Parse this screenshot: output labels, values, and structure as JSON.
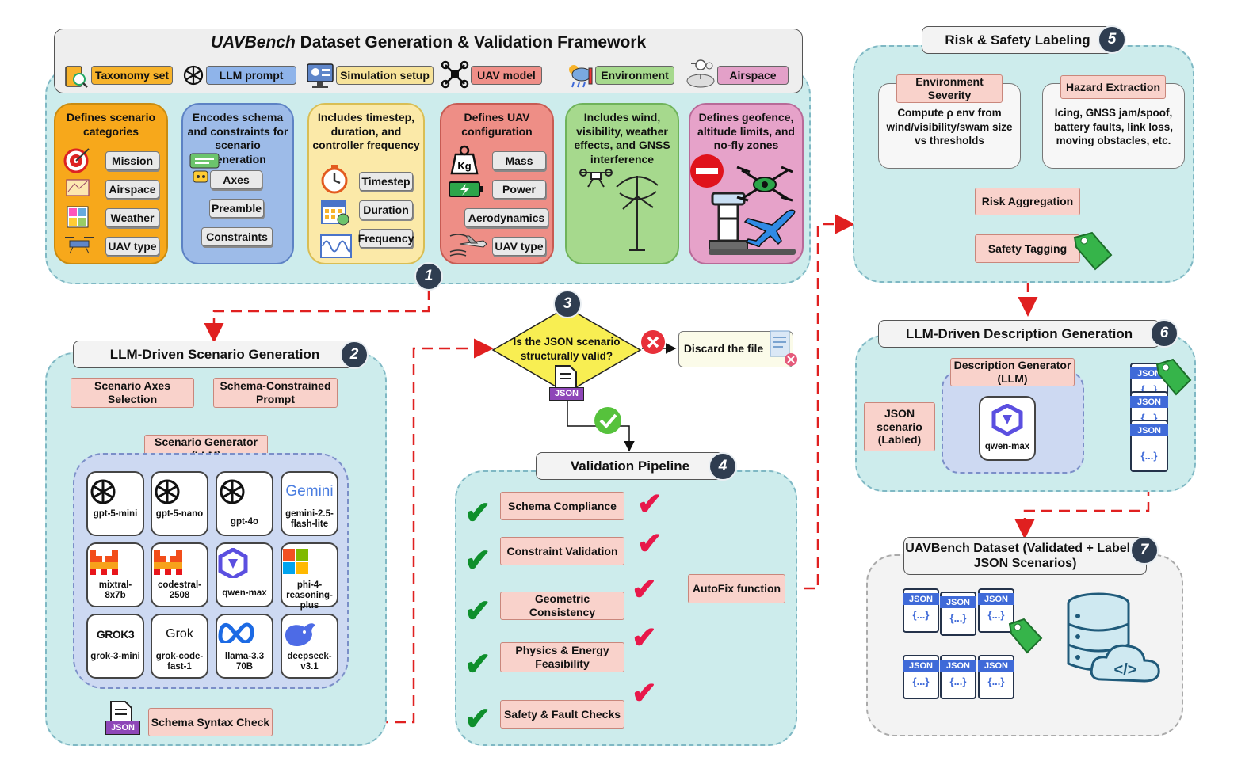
{
  "header": {
    "title_italic": "UAVBench",
    "title_rest": " Dataset Generation & Validation Framework",
    "legend": [
      {
        "label": "Taxonomy set",
        "color": "#f7b32b"
      },
      {
        "label": "LLM prompt",
        "color": "#8fb4ea"
      },
      {
        "label": "Simulation setup",
        "color": "#f7e39a"
      },
      {
        "label": "UAV model",
        "color": "#ef8f88"
      },
      {
        "label": "Environment",
        "color": "#a6d98d"
      },
      {
        "label": "Airspace",
        "color": "#e3a0c8"
      }
    ]
  },
  "categories": [
    {
      "title": "Defines scenario categories",
      "items": [
        "Mission",
        "Airspace",
        "Weather",
        "UAV type"
      ]
    },
    {
      "title": "Encodes schema and constraints for scenario generation",
      "items": [
        "Axes",
        "Preamble",
        "Constraints"
      ]
    },
    {
      "title": "Includes timestep, duration, and controller frequency",
      "items": [
        "Timestep",
        "Duration",
        "Frequency"
      ]
    },
    {
      "title": "Defines UAV configuration",
      "items": [
        "Mass",
        "Power",
        "Aerodynamics",
        "UAV type"
      ]
    },
    {
      "title": "Includes wind, visibility, weather effects, and GNSS interference",
      "items": []
    },
    {
      "title": "Defines geofence, altitude limits, and no-fly zones",
      "items": []
    }
  ],
  "badges": [
    "1",
    "2",
    "3",
    "4",
    "5",
    "6",
    "7"
  ],
  "section2": {
    "title": "LLM-Driven Scenario Generation",
    "axes_selection": "Scenario Axes Selection",
    "schema_prompt": "Schema-Constrained Prompt",
    "generator": "Scenario Generator (LLM)",
    "models": [
      "gpt-5-mini",
      "gpt-5-nano",
      "gpt-4o",
      "gemini-2.5-flash-lite",
      "mixtral-8x7b",
      "codestral-2508",
      "qwen-max",
      "phi-4-reasoning-plus",
      "grok-3-mini",
      "grok-code-fast-1",
      "llama-3.3 70B",
      "deepseek-v3.1"
    ],
    "model_logos": {
      "gemini": "Gemini",
      "grok3": "GROK3",
      "grok": "Grok"
    },
    "syntax_check": "Schema Syntax Check",
    "json_tag": "JSON"
  },
  "section3": {
    "question": "Is the JSON scenario structurally valid?",
    "discard": "Discard the file",
    "json_tag": "JSON"
  },
  "section4": {
    "title": "Validation Pipeline",
    "steps": [
      "Schema Compliance",
      "Constraint Validation",
      "Geometric Consistency",
      "Physics & Energy Feasibility",
      "Safety & Fault Checks"
    ],
    "autofix": "AutoFix function"
  },
  "section5": {
    "title": "Risk & Safety Labeling",
    "env_severity": "Environment Severity",
    "env_text": "Compute ρ env from wind/visibility/swam size vs thresholds",
    "hazard": "Hazard Extraction",
    "hazard_text": "Icing, GNSS jam/spoof, battery faults, link loss, moving obstacles, etc.",
    "aggregation": "Risk Aggregation",
    "tagging": "Safety Tagging"
  },
  "section6": {
    "title": "LLM-Driven Description Generation",
    "desc_gen": "Description Generator (LLM)",
    "json_scenario": "JSON scenario (Labled)",
    "model": "qwen-max",
    "json_tag": "JSON",
    "json_body": "{...}"
  },
  "section7": {
    "title": "UAVBench Dataset (Validated + Labeled JSON Scenarios)",
    "json_tag": "JSON",
    "json_body": "{...}"
  }
}
